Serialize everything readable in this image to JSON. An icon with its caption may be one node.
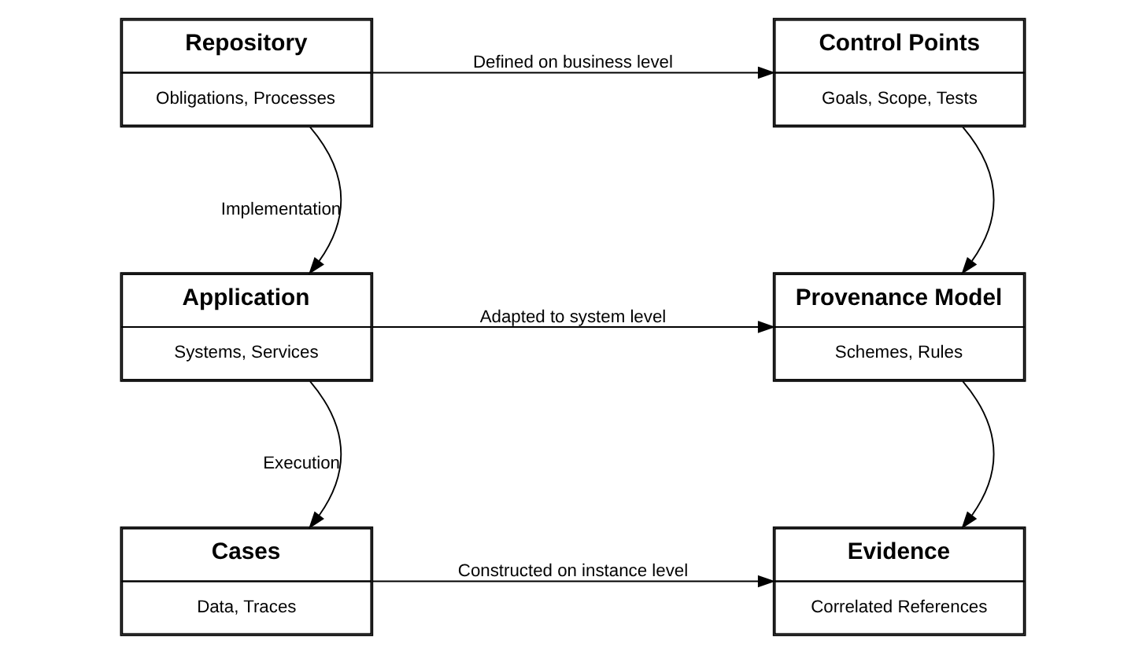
{
  "diagram": {
    "nodes": [
      {
        "text": [
          "Repository",
          "Obligations, Processes"
        ]
      },
      {
        "text": [
          "Control Points",
          "Goals, Scope, Tests"
        ]
      },
      {
        "text": [
          "Application",
          "Systems, Services"
        ]
      },
      {
        "text": [
          "Provenance Model",
          "Schemes, Rules"
        ]
      },
      {
        "text": [
          "Cases",
          "Data, Traces"
        ]
      },
      {
        "text": [
          "Evidence",
          "Correlated References"
        ]
      }
    ],
    "edges": [
      {
        "from": 0,
        "to": 1,
        "arrow": "to",
        "label": "Defined on business level"
      },
      {
        "from": 0,
        "to": 2,
        "arrow": "to",
        "label": "Implementation"
      },
      {
        "from": 1,
        "to": 3,
        "arrow": "to"
      },
      {
        "from": 2,
        "to": 3,
        "arrow": "to",
        "label": "Adapted to system level"
      },
      {
        "from": 2,
        "to": 4,
        "arrow": "to",
        "label": "Execution"
      },
      {
        "from": 3,
        "to": 5,
        "arrow": "to"
      },
      {
        "from": 4,
        "to": 5,
        "arrow": "to",
        "label": "Constructed on instance level"
      }
    ]
  }
}
